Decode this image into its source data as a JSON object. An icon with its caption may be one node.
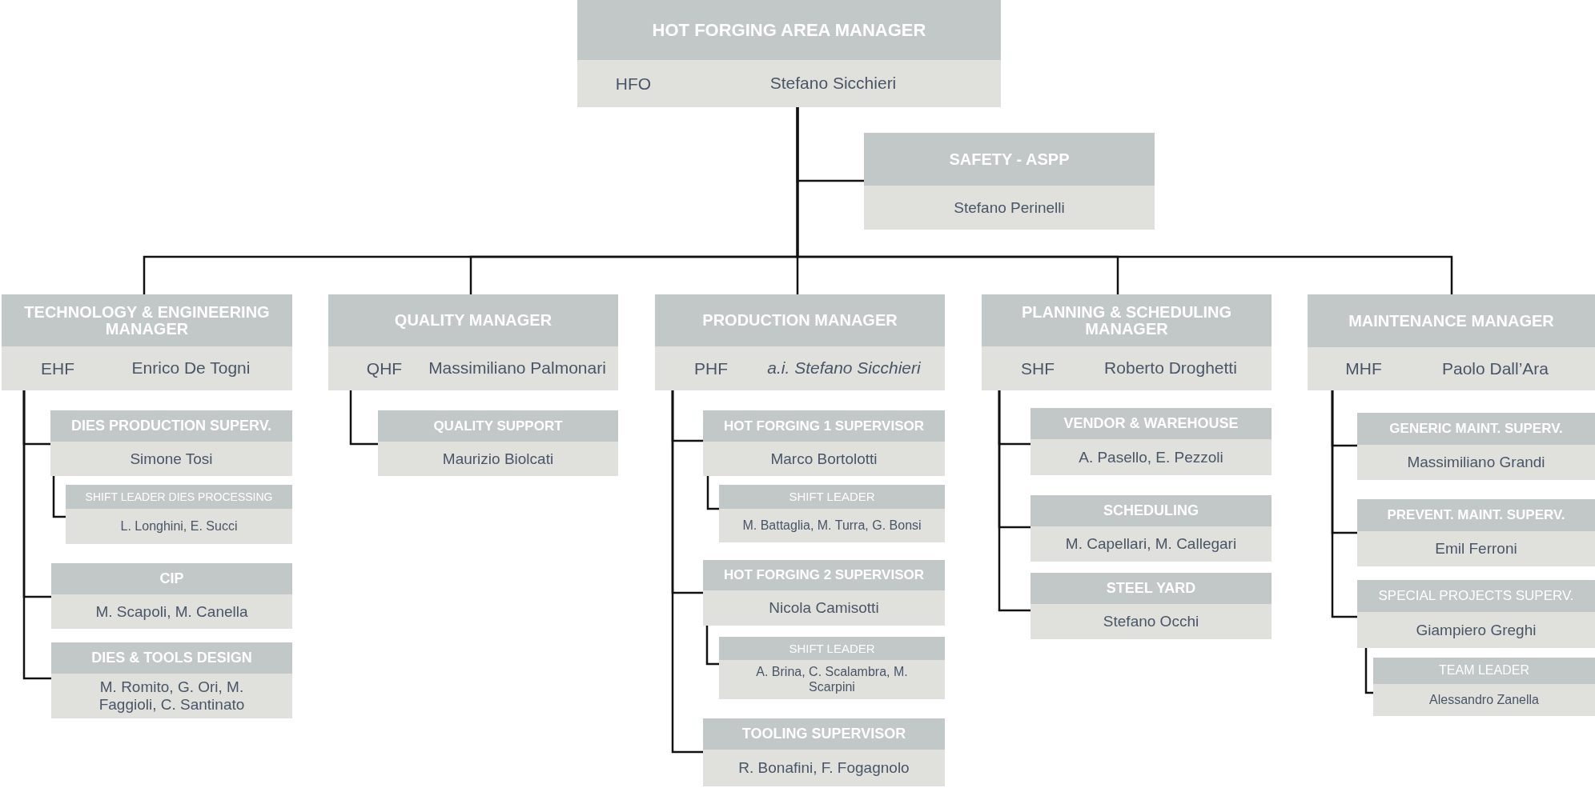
{
  "diagram": {
    "nodes": [
      {
        "text": [
          "HOT FORGING AREA MANAGER",
          "HFO",
          "Stefano Sicchieri"
        ]
      },
      {
        "text": [
          "SAFETY - ASPP",
          "Stefano Perinelli"
        ]
      },
      {
        "text": [
          "TECHNOLOGY & ENGINEERING MANAGER",
          "EHF",
          "Enrico De Togni"
        ]
      },
      {
        "text": [
          "DIES PRODUCTION SUPERV.",
          "Simone Tosi"
        ]
      },
      {
        "text": [
          "SHIFT LEADER DIES PROCESSING",
          "L. Longhini, E. Succi"
        ]
      },
      {
        "text": [
          "CIP",
          "M. Scapoli, M. Canella"
        ]
      },
      {
        "text": [
          "DIES & TOOLS DESIGN",
          "M. Romito, G. Ori, M. Faggioli, C. Santinato"
        ]
      },
      {
        "text": [
          "QUALITY MANAGER",
          "QHF",
          "Massimiliano Palmonari"
        ]
      },
      {
        "text": [
          "QUALITY SUPPORT",
          "Maurizio Biolcati"
        ]
      },
      {
        "text": [
          "PRODUCTION MANAGER",
          "PHF",
          "*a.i. Stefano Sicchieri*"
        ]
      },
      {
        "text": [
          "HOT FORGING 1 SUPERVISOR",
          "Marco Bortolotti"
        ]
      },
      {
        "text": [
          "SHIFT LEADER",
          "M. Battaglia, M. Turra, G. Bonsi"
        ]
      },
      {
        "text": [
          "HOT FORGING 2 SUPERVISOR",
          "Nicola Camisotti"
        ]
      },
      {
        "text": [
          "SHIFT LEADER",
          "A. Brina, C. Scalambra, M. Scarpini"
        ]
      },
      {
        "text": [
          "TOOLING SUPERVISOR",
          "R. Bonafini, F. Fogagnolo"
        ]
      },
      {
        "text": [
          "PLANNING & SCHEDULING MANAGER",
          "SHF",
          "Roberto Droghetti"
        ]
      },
      {
        "text": [
          "VENDOR & WAREHOUSE",
          "A. Pasello, E. Pezzoli"
        ]
      },
      {
        "text": [
          "SCHEDULING",
          "M. Capellari, M. Callegari"
        ]
      },
      {
        "text": [
          "STEEL YARD",
          "Stefano Occhi"
        ]
      },
      {
        "text": [
          "MAINTENANCE MANAGER",
          "MHF",
          "Paolo Dall’Ara"
        ]
      },
      {
        "text": [
          "GENERIC MAINT. SUPERV.",
          "Massimiliano Grandi"
        ]
      },
      {
        "text": [
          "PREVENT. MAINT. SUPERV.",
          "Emil Ferroni"
        ]
      },
      {
        "text": [
          "SPECIAL PROJECTS SUPERV.",
          "Giampiero Greghi"
        ]
      },
      {
        "text": [
          "TEAM LEADER",
          "Alessandro Zanella"
        ]
      }
    ],
    "edges": [
      {
        "from": 0,
        "to": 1,
        "arrow": "none"
      },
      {
        "from": 0,
        "to": 2,
        "arrow": "none"
      },
      {
        "from": 0,
        "to": 7,
        "arrow": "none"
      },
      {
        "from": 0,
        "to": 9,
        "arrow": "none"
      },
      {
        "from": 0,
        "to": 15,
        "arrow": "none"
      },
      {
        "from": 0,
        "to": 19,
        "arrow": "none"
      },
      {
        "from": 2,
        "to": 3,
        "arrow": "none"
      },
      {
        "from": 3,
        "to": 4,
        "arrow": "none"
      },
      {
        "from": 2,
        "to": 5,
        "arrow": "none"
      },
      {
        "from": 2,
        "to": 6,
        "arrow": "none"
      },
      {
        "from": 7,
        "to": 8,
        "arrow": "none"
      },
      {
        "from": 9,
        "to": 10,
        "arrow": "none"
      },
      {
        "from": 10,
        "to": 11,
        "arrow": "none"
      },
      {
        "from": 9,
        "to": 12,
        "arrow": "none"
      },
      {
        "from": 12,
        "to": 13,
        "arrow": "none"
      },
      {
        "from": 9,
        "to": 14,
        "arrow": "none"
      },
      {
        "from": 15,
        "to": 16,
        "arrow": "none"
      },
      {
        "from": 15,
        "to": 17,
        "arrow": "none"
      },
      {
        "from": 15,
        "to": 18,
        "arrow": "none"
      },
      {
        "from": 19,
        "to": 20,
        "arrow": "none"
      },
      {
        "from": 19,
        "to": 21,
        "arrow": "none"
      },
      {
        "from": 19,
        "to": 22,
        "arrow": "none"
      },
      {
        "from": 22,
        "to": 23,
        "arrow": "none"
      }
    ]
  }
}
